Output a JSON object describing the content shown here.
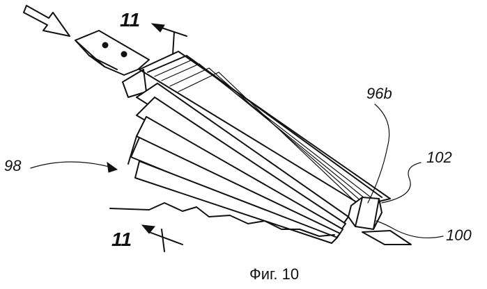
{
  "figure": {
    "caption": "Фиг. 10",
    "section_label_top": "11",
    "section_label_bottom": "11",
    "ref_96b": "96b",
    "ref_98": "98",
    "ref_100": "100",
    "ref_102": "102"
  },
  "colors": {
    "ink": "#111111",
    "paper": "#ffffff"
  },
  "icons": {
    "input-arrow": "hollow block arrow pointing down-right"
  }
}
